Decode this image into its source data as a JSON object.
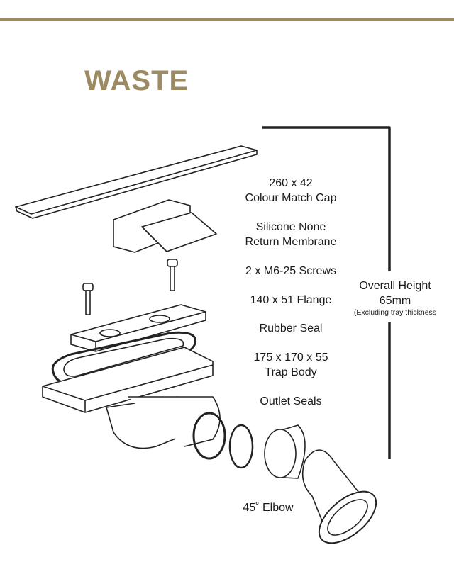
{
  "title": "WASTE",
  "labels": [
    {
      "line1": "260 x 42",
      "line2": "Colour Match Cap"
    },
    {
      "line1": "Silicone None",
      "line2": "Return Membrane"
    },
    {
      "line1": "2 x M6-25 Screws"
    },
    {
      "line1": "140 x 51 Flange"
    },
    {
      "line1": "Rubber Seal"
    },
    {
      "line1": "175 x 170 x 55",
      "line2": "Trap Body"
    },
    {
      "line1": "Outlet Seals"
    },
    {
      "line1": "45˚ Elbow"
    }
  ],
  "height": {
    "line1": "Overall Height",
    "line2": "65mm",
    "note": "(Excluding tray thickness"
  },
  "colors": {
    "accent": "#9c8b62"
  }
}
